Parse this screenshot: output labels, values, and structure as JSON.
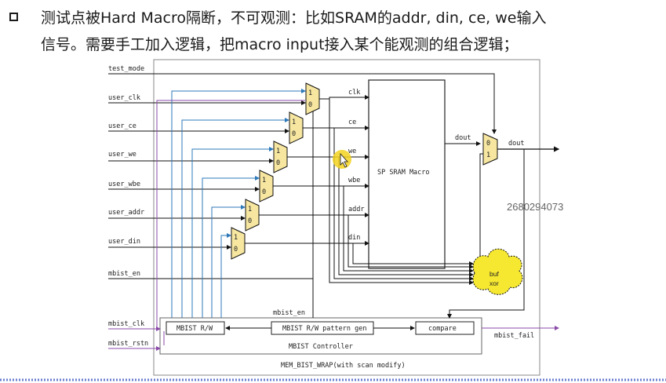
{
  "slide": {
    "bullet_line1": "测试点被Hard Macro隔断，不可观测：比如SRAM的addr, din, ce, we输入",
    "bullet_line2": "信号。需要手工加入逻辑，把macro input接入某个能观测的组合逻辑；"
  },
  "diagram": {
    "inputs": [
      "test_mode",
      "user_clk",
      "user_ce",
      "user_we",
      "user_wbe",
      "user_addr",
      "user_din",
      "mbist_en",
      "mbist_clk",
      "mbist_rstn"
    ],
    "sram_ports": [
      "clk",
      "ce",
      "we",
      "wbe",
      "addr",
      "din"
    ],
    "mux_in0": "0",
    "mux_in1": "1",
    "sram_label": "SP SRAM Macro",
    "dout_internal": "dout",
    "dout_output": "dout",
    "bufxor_line1": "buf",
    "bufxor_line2": "xor",
    "mbist_en_label": "mbist_en",
    "mbist_rw": "MBIST R/W",
    "pattern_gen": "MBIST R/W pattern gen",
    "compare": "compare",
    "controller": "MBIST Controller",
    "mbist_fail": "mbist_fail",
    "wrap_label": "MEM_BIST_WRAP(with scan modify)",
    "watermark": "2680294073"
  },
  "colors": {
    "mux_fill": "#f6e6a0",
    "blue_line": "#2e79b8",
    "purple_line": "#8a4aa8",
    "highlight": "#f2d21e"
  }
}
